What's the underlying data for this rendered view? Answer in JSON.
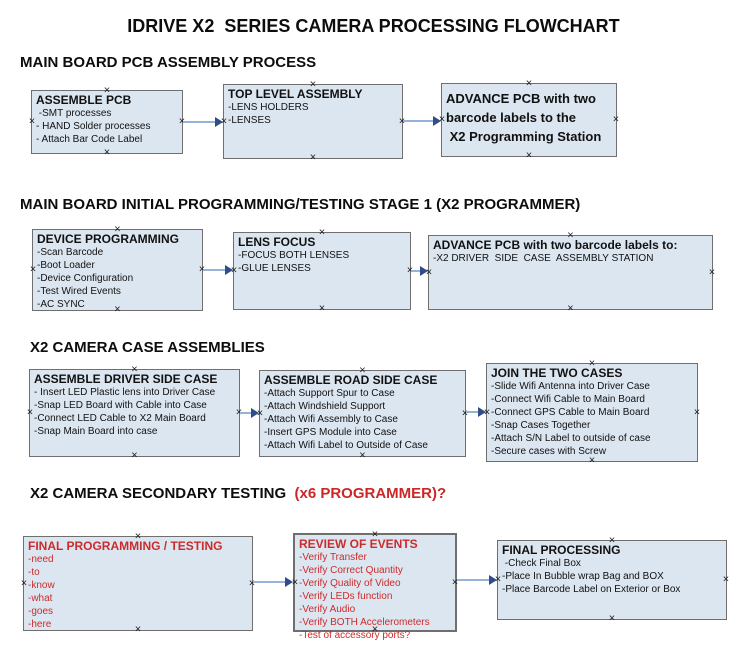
{
  "page_title": "IDRIVE X2  SERIES CAMERA PROCESSING FLOWCHART",
  "colors": {
    "box_fill": "#dce6f1",
    "box_border": "#6f6f6f",
    "alert_red": "#cc2b2b",
    "arrow_line": "#95b3d7",
    "arrow_head": "#2e4d8a",
    "text": "#111111"
  },
  "sections": [
    {
      "header": "MAIN BOARD PCB ASSEMBLY PROCESS",
      "boxes": [
        {
          "title": "ASSEMBLE PCB",
          "items": [
            " -SMT processes",
            "- HAND Solder processes",
            "- Attach Bar Code Label"
          ]
        },
        {
          "title": "TOP LEVEL ASSEMBLY",
          "items": [
            "-LENS HOLDERS",
            "-LENSES"
          ]
        },
        {
          "title": "",
          "items": [
            "ADVANCE PCB with two",
            "barcode labels to the",
            " X2 Programming Station"
          ]
        }
      ]
    },
    {
      "header": "MAIN BOARD INITIAL PROGRAMMING/TESTING STAGE 1 (X2 PROGRAMMER)",
      "boxes": [
        {
          "title": "DEVICE PROGRAMMING",
          "items": [
            "-Scan Barcode",
            "-Boot Loader",
            "-Device Configuration",
            "-Test Wired Events",
            "-AC SYNC"
          ]
        },
        {
          "title": "LENS FOCUS",
          "items": [
            "-FOCUS BOTH LENSES",
            "-GLUE LENSES"
          ]
        },
        {
          "title": "ADVANCE PCB with two barcode labels to:",
          "items": [
            "-X2 DRIVER  SIDE  CASE  ASSEMBLY STATION"
          ]
        }
      ]
    },
    {
      "header": "X2 CAMERA CASE ASSEMBLIES",
      "boxes": [
        {
          "title": "ASSEMBLE DRIVER SIDE CASE",
          "items": [
            "- Insert LED Plastic lens into Driver Case",
            "-Snap LED Board with Cable into Case",
            "-Connect LED Cable to X2 Main Board",
            "-Snap Main Board into case"
          ]
        },
        {
          "title": "ASSEMBLE ROAD SIDE CASE",
          "items": [
            "-Attach Support Spur to Case",
            "-Attach Windshield Support",
            "-Attach Wifi Assembly to Case",
            "-Insert GPS Module into Case",
            "-Attach Wifi Label to Outside of Case"
          ]
        },
        {
          "title": "JOIN THE TWO CASES",
          "items": [
            "-Slide Wifi Antenna into Driver Case",
            "-Connect Wifi Cable to Main Board",
            "-Connect GPS Cable to Main Board",
            "-Snap Cases Together",
            "-Attach S/N Label to outside of case",
            "-Secure cases with Screw"
          ]
        }
      ]
    },
    {
      "header": "X2 CAMERA SECONDARY TESTING  ",
      "header_red": "(x6 PROGRAMMER)?",
      "boxes": [
        {
          "title": "FINAL PROGRAMMING / TESTING",
          "items": [
            "-need",
            "-to",
            "-know",
            "-what",
            "-goes",
            "-here"
          ]
        },
        {
          "title": "REVIEW OF EVENTS",
          "items": [
            "-Verify Transfer",
            "-Verify Correct Quantity",
            "-Verify Quality of Video",
            "-Verify LEDs function",
            "-Verify Audio",
            "-Verify BOTH Accelerometers",
            "-Test of accessory ports?"
          ]
        },
        {
          "title": "FINAL PROCESSING",
          "items": [
            " -Check Final Box",
            "-Place In Bubble wrap Bag and BOX",
            "-Place Barcode Label on Exterior or Box"
          ]
        }
      ]
    }
  ]
}
